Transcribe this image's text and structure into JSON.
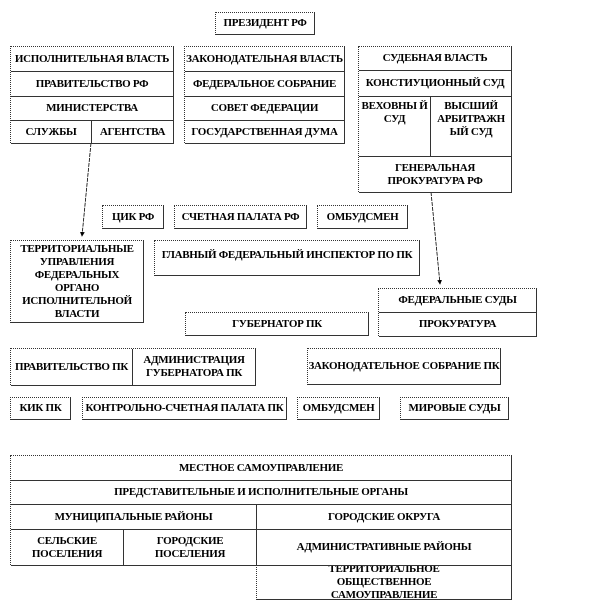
{
  "president": "ПРЕЗИДЕНТ РФ",
  "executive": {
    "title": "ИСПОЛНИТЕЛЬНАЯ ВЛАСТЬ",
    "government": "ПРАВИТЕЛЬСТВО РФ",
    "ministries": "МИНИСТЕРСТВА",
    "services": "СЛУЖБЫ",
    "agencies": "АГЕНТСТВА"
  },
  "legislative": {
    "title": "ЗАКОНОДАТЕЛЬНАЯ ВЛАСТЬ",
    "assembly": "ФЕДЕРАЛЬНОЕ СОБРАНИЕ",
    "council": "СОВЕТ ФЕДЕРАЦИИ",
    "duma": "ГОСУДАРСТВЕННАЯ ДУМА"
  },
  "judicial": {
    "title": "СУДЕБНАЯ ВЛАСТЬ",
    "constitutional": "КОНСТИУЦИОННЫЙ СУД",
    "supreme": "ВЕХОВНЫ Й СУД",
    "arbitration": "ВЫСШИЙ АРБИТРАЖН ЫЙ СУД",
    "prosecutor": "ГЕНЕРАЛЬНАЯ ПРОКУРАТУРА РФ"
  },
  "federal_bodies": {
    "cec": "ЦИК РФ",
    "audit": "СЧЕТНАЯ ПАЛАТА РФ",
    "ombudsman": "ОМБУДСМЕН",
    "territorial": "ТЕРРИТОРИАЛЬНЫЕ УПРАВЛЕНИЯ ФЕДЕРАЛЬНЫХ ОРГАНО ИСПОЛНИТЕЛЬНОЙ ВЛАСТИ",
    "inspector": "ГЛАВНЫЙ ФЕДЕРАЛЬНЫЙ ИНСПЕКТОР ПО ПК",
    "federal_courts": "ФЕДЕРАЛЬНЫЕ СУДЫ",
    "prosecution": "ПРОКУРАТУРА"
  },
  "regional": {
    "governor": "ГУБЕРНАТОР ПК",
    "government": "ПРАВИТЕЛЬСТВО ПК",
    "administration": "АДМИНИСТРАЦИЯ ГУБЕРНАТОРА ПК",
    "assembly": "ЗАКОНОДАТЕЛЬНОЕ СОБРАНИЕ ПК",
    "kik": "КИК ПК",
    "audit": "КОНТРОЛЬНО-СЧЕТНАЯ ПАЛАТА ПК",
    "ombudsman": "ОМБУДСМЕН",
    "magistrates": "МИРОВЫЕ СУДЫ"
  },
  "local": {
    "title": "МЕСТНОЕ САМОУПРАВЛЕНИЕ",
    "organs": "ПРЕДСТАВИТЕЛЬНЫЕ И ИСПОЛНИТЕЛЬНЫЕ ОРГАНЫ",
    "districts": "МУНИЦИПАЛЬНЫЕ РАЙОНЫ",
    "urban_districts": "ГОРОДСКИЕ ОКРУГА",
    "rural": "СЕЛЬСКИЕ ПОСЕЛЕНИЯ",
    "urban": "ГОРОДСКИЕ ПОСЕЛЕНИЯ",
    "admin_districts": "АДМИНИСТРАТИВНЫЕ РАЙОНЫ",
    "tos": "ТЕРРИТОРИАЛЬНОЕ ОБЩЕСТВЕННОЕ САМОУПРАВЛЕНИЕ"
  }
}
